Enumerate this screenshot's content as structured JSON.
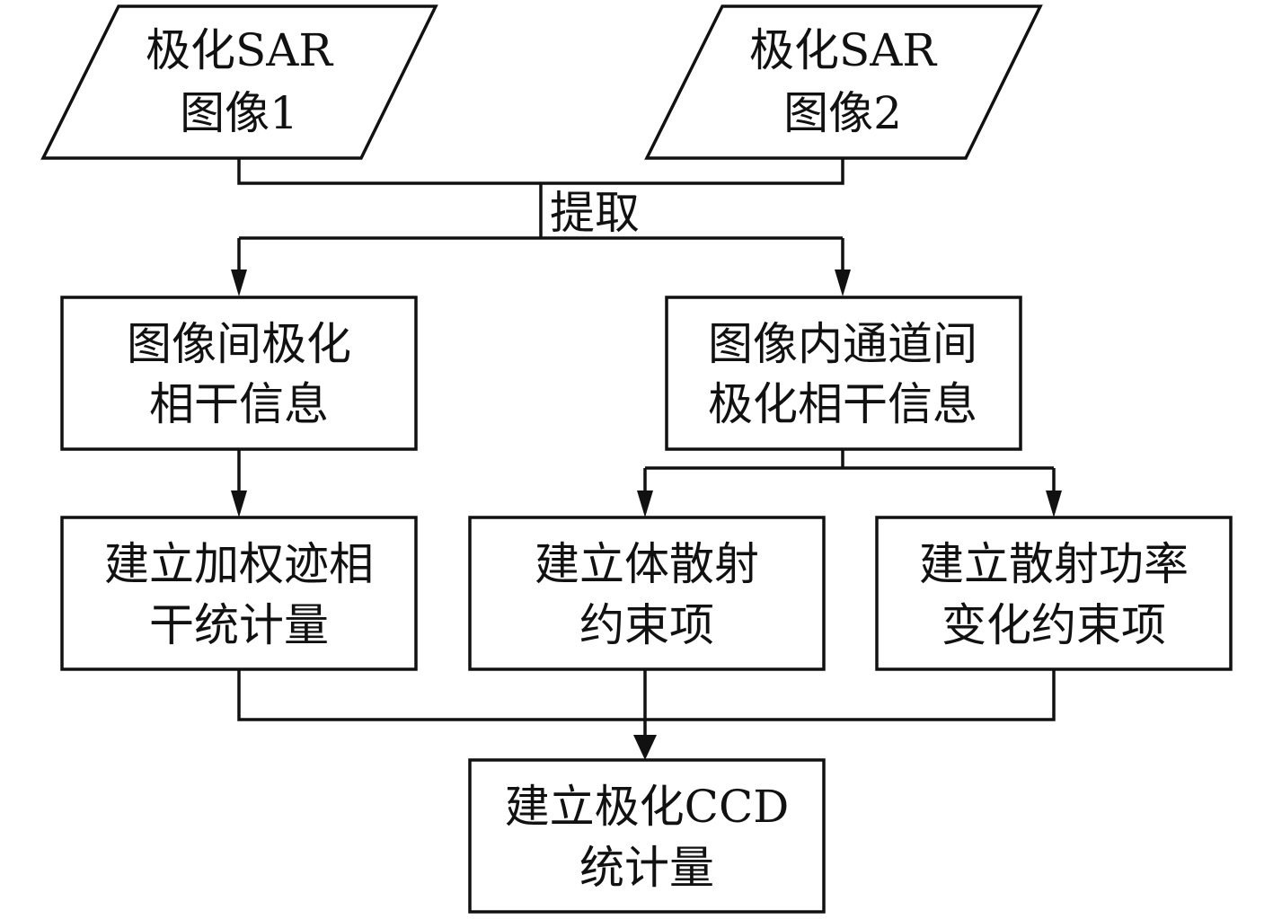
{
  "inputs": {
    "image1": {
      "line1": "极化SAR",
      "line2": "图像1"
    },
    "image2": {
      "line1": "极化SAR",
      "line2": "图像2"
    }
  },
  "extract_label": "提取",
  "boxes": {
    "inter_image": {
      "line1": "图像间极化",
      "line2": "相干信息"
    },
    "intra_image": {
      "line1": "图像内通道间",
      "line2": "极化相干信息"
    },
    "weighted_trace": {
      "line1": "建立加权迹相",
      "line2": "干统计量"
    },
    "volume_scatter": {
      "line1": "建立体散射",
      "line2": "约束项"
    },
    "power_change": {
      "line1": "建立散射功率",
      "line2": "变化约束项"
    },
    "ccd": {
      "line1": "建立极化CCD",
      "line2": "统计量"
    }
  }
}
